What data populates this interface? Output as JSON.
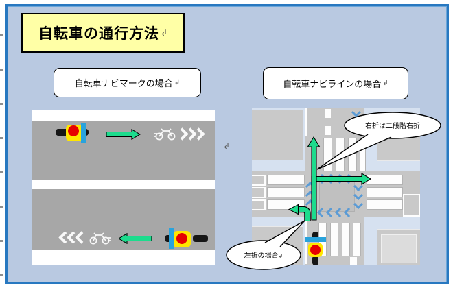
{
  "title": {
    "text": "自転車の通行方法"
  },
  "marks": {
    "return": "↲"
  },
  "sections": {
    "left": {
      "label": "自転車ナビマークの場合"
    },
    "right": {
      "label": "自転車ナビラインの場合"
    }
  },
  "callouts": {
    "right_turn": "右折は二段階右折",
    "left_turn": "左折の場合"
  },
  "icons": {
    "bicycle_top_view": "yellow body with red circle, blue handlebar, black wheels",
    "navi_mark": "white bicycle pictogram with white chevrons painted on road",
    "navi_line": "blue chevron arrows painted through intersection",
    "green_arrow": "green travel-direction arrow"
  },
  "colors": {
    "panel_bg": "#b9c9e1",
    "panel_border": "#2878c0",
    "title_bg": "#ffffa6",
    "road_gray": "#a7a7a7",
    "intersection_gray": "#c6c6c6",
    "sidewalk_blue": "#d6e1f0",
    "navi_line_blue": "#5b9bd5",
    "arrow_green": "#1ddb8d",
    "bike_yellow": "#ffe600",
    "bike_red": "#e60000",
    "handlebar_blue": "#29a3dc"
  }
}
